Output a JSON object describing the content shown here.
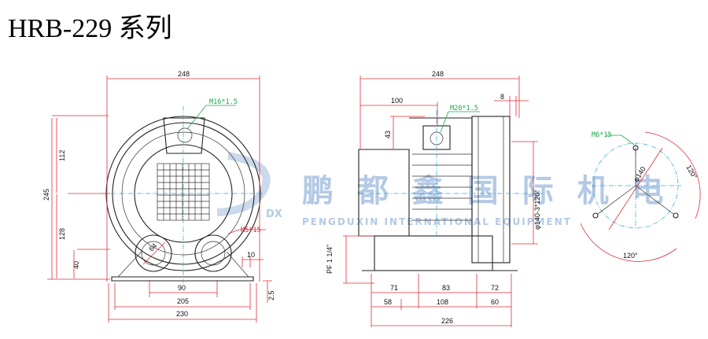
{
  "title": "HRB-229 系列",
  "watermark": {
    "cn": "鹏 都 鑫 国 际 机 电",
    "en": "PENGDUXIN  INTERNATIONAL  EQUIPMENT",
    "logo_letters": "DX",
    "color": "#2a66b5"
  },
  "front": {
    "top_width": "248",
    "thread": "M16*1.5",
    "height_total": "245",
    "upper": "112",
    "lower": "128",
    "outlet_height": "40",
    "screw": "M5*15",
    "port": "64",
    "offset": "10",
    "inlet_spacing": "90",
    "base_slot": "205",
    "base_width": "230",
    "foot": "2.5"
  },
  "side": {
    "top_width": "248",
    "thread_pos": "100",
    "thread": "M20*1.5",
    "flange": "8",
    "height": "43",
    "pcd": "φ140-3*120°",
    "pipe": "PF 1 1/4\"",
    "d71": "71",
    "d83": "83",
    "d72": "72",
    "d58": "58",
    "d108": "108",
    "d60": "60",
    "total": "226"
  },
  "flange_view": {
    "screw": "M6*15",
    "pcd": "φ140",
    "angle1": "120°",
    "angle2": "120°"
  },
  "colors": {
    "dimension": "#e0303a",
    "callout": "#1aa84a",
    "centerline": "#2aa8d8"
  }
}
